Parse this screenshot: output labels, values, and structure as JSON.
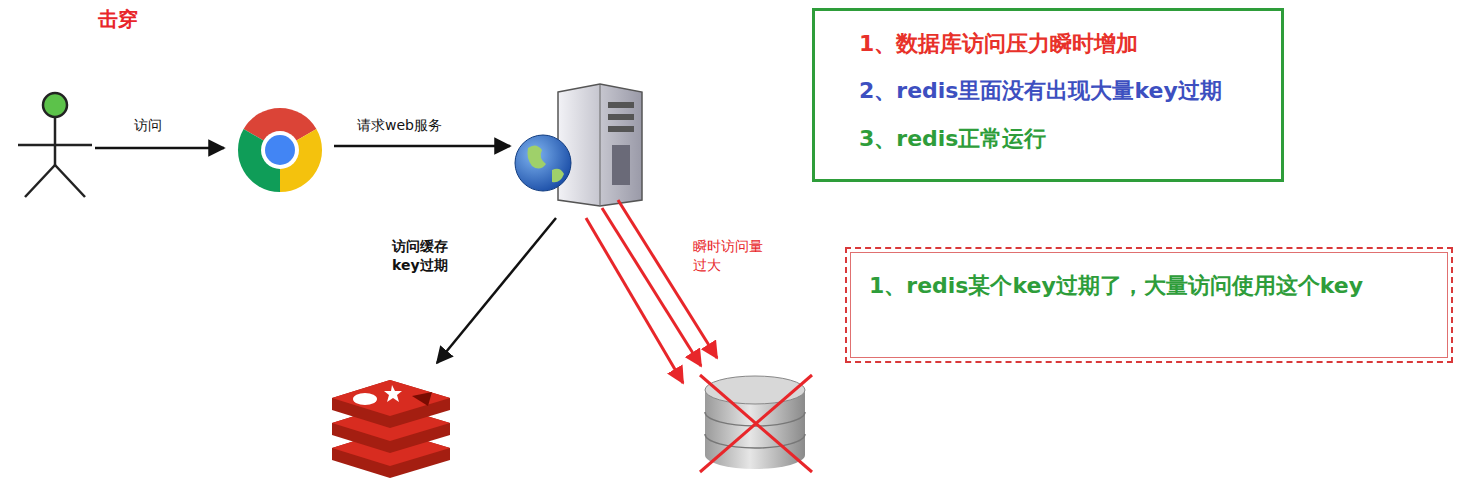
{
  "diagram": {
    "title": "击穿",
    "nodes": [
      {
        "text": [
          "1、数据库访问压力瞬时增加",
          "2、redis里面没有出现大量key过期",
          "3、redis正常运行"
        ]
      },
      {
        "text": [
          "1、redis某个key过期了，大量访问使用这个key"
        ]
      }
    ],
    "labels": [
      "访问",
      "请求web服务",
      "访问缓存 key过期",
      "瞬时访问量 过大"
    ]
  }
}
